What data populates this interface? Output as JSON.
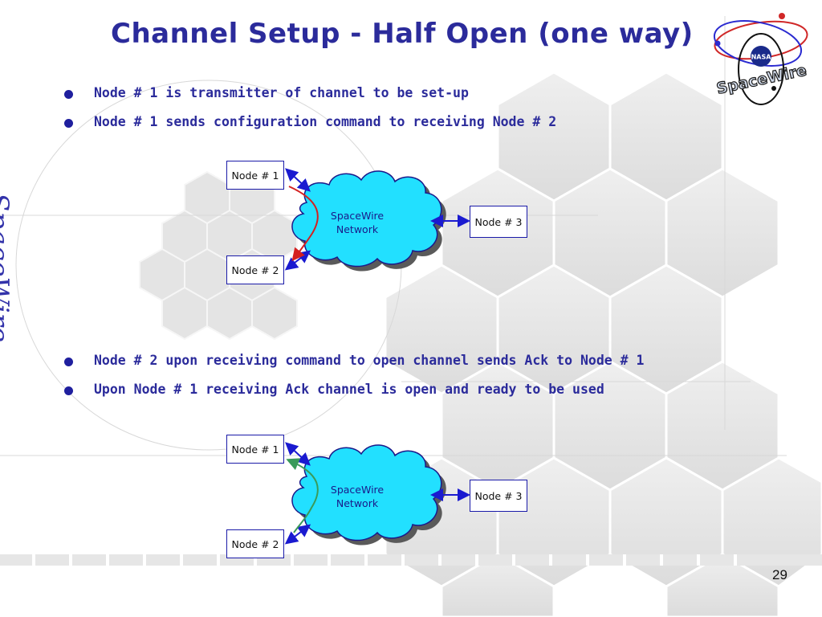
{
  "slide": {
    "title": "Channel Setup - Half Open (one way)",
    "side_text": "SpaceWire",
    "logo": {
      "badge": "NASA",
      "text": "SpaceWire"
    },
    "bullets_top": [
      "Node # 1 is transmitter of channel to be set-up",
      "Node # 1 sends configuration command to receiving Node # 2"
    ],
    "bullets_bottom": [
      "Node # 2 upon receiving command to open channel sends Ack to Node # 1",
      "Upon Node # 1 receiving Ack channel is open and ready to be used"
    ],
    "diagram_top": {
      "node1": "Node # 1",
      "node2": "Node # 2",
      "node3": "Node # 3",
      "cloud_line1": "SpaceWire",
      "cloud_line2": "Network",
      "path_color": "#d42020"
    },
    "diagram_bottom": {
      "node1": "Node # 1",
      "node2": "Node # 2",
      "node3": "Node # 3",
      "cloud_line1": "SpaceWire",
      "cloud_line2": "Network",
      "path_color": "#3a9a5a"
    },
    "page_number": "29",
    "colors": {
      "title": "#2b2b9b",
      "arrow": "#1a1ad0",
      "cloud": "#22e0ff"
    }
  }
}
